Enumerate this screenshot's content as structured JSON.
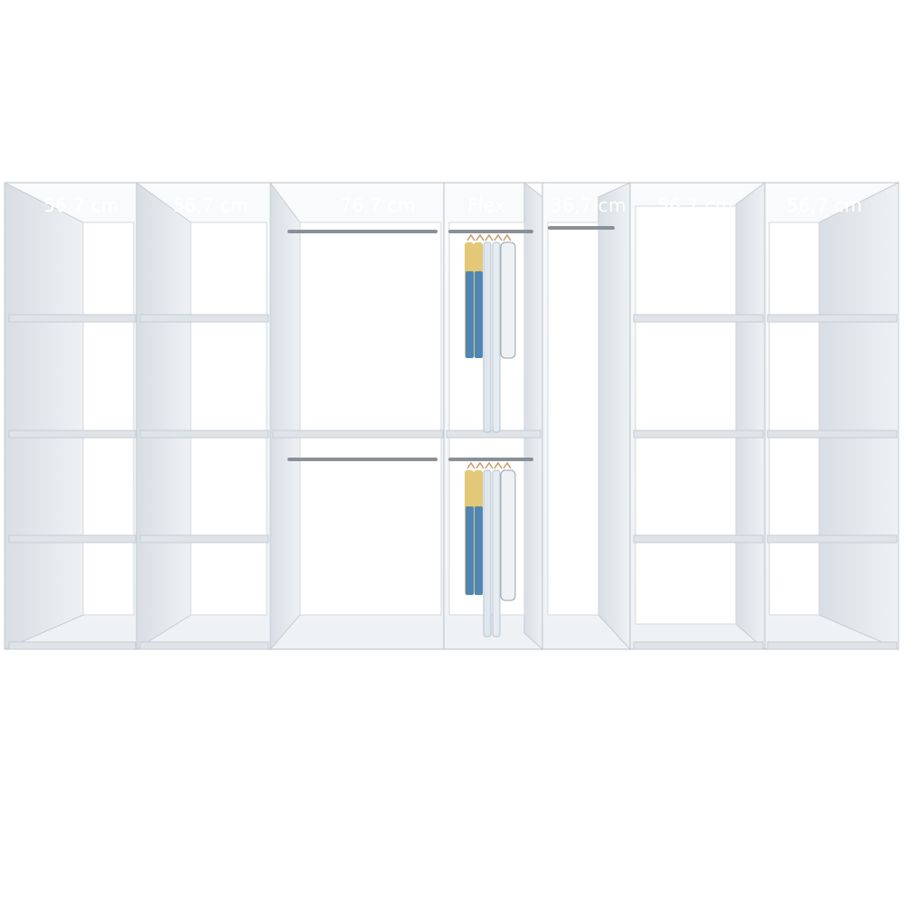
{
  "scene": {
    "description_hidden": false,
    "sections": [
      {
        "id": "s1",
        "label": "56,7 cm"
      },
      {
        "id": "s2",
        "label": "56,7 cm"
      },
      {
        "id": "s3",
        "label": "76,7 cm"
      },
      {
        "id": "s4",
        "label": "Flex"
      },
      {
        "id": "s5",
        "label": "36,7 cm"
      },
      {
        "id": "s6",
        "label": "56,7 cm"
      },
      {
        "id": "s7",
        "label": "56,7 cm"
      }
    ]
  },
  "colors": {
    "panel": "#e9edf1",
    "panel_edge": "#b9c0c8",
    "inner_back": "#f6f8fa",
    "shelf": "#dfe4e9",
    "rail": "#8a9097",
    "shirt_yellow": "#e3c878",
    "trousers_blue": "#4f86b5",
    "shirt_white": "#eef2f5",
    "hanger": "#c89a6a"
  }
}
